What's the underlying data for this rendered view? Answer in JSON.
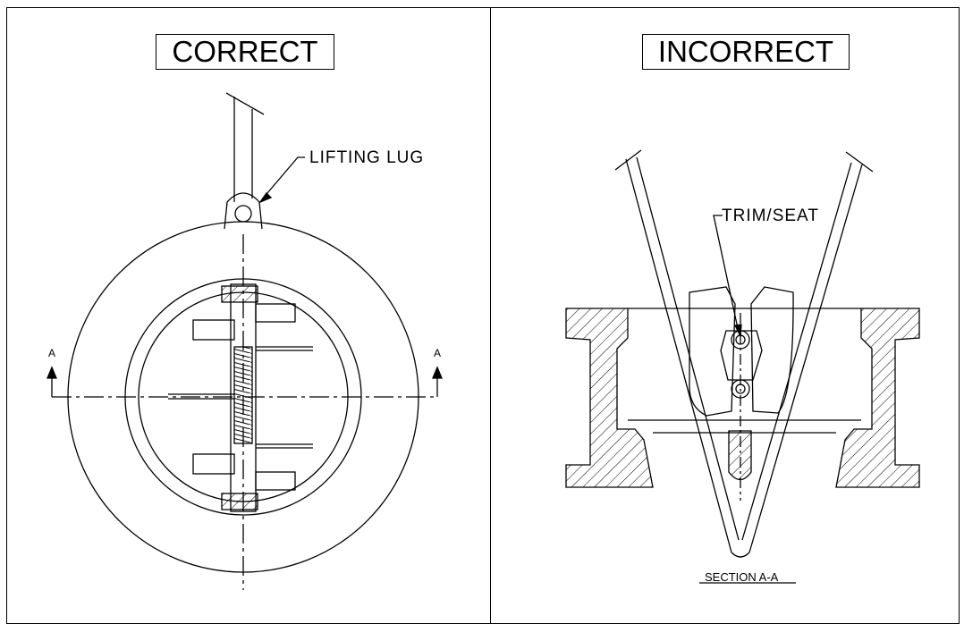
{
  "left_panel": {
    "heading": "CORRECT",
    "lug_label": "LIFTING LUG",
    "section_marker_left": "A",
    "section_marker_right": "A"
  },
  "right_panel": {
    "heading": "INCORRECT",
    "trim_label": "TRIM/SEAT",
    "section_caption": "SECTION A-A"
  }
}
